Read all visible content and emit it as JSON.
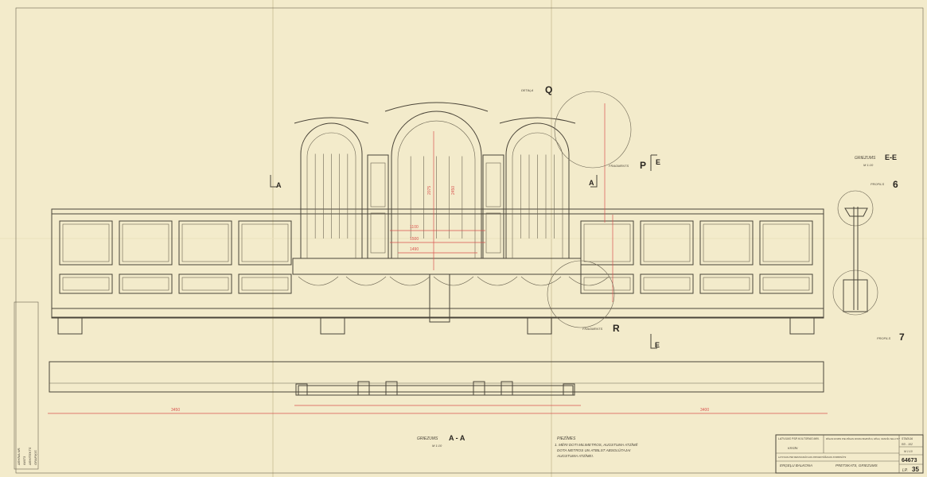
{
  "labels": {
    "detail_q_prefix": "DETAĻA",
    "detail_q": "Q",
    "detail_p_prefix": "FRAGMENTS",
    "detail_p": "P",
    "detail_r_prefix": "FRAGMENTS",
    "detail_r": "R",
    "section_a_left": "A",
    "section_a_mid": "A",
    "section_e_top": "E",
    "section_e_bottom": "E",
    "section_ee_title": "GRIEZUMS",
    "section_ee_letters": "E-E",
    "section_ee_scale": "M 1:10",
    "profile_6_prefix": "PROFILS",
    "profile_6": "6",
    "profile_7_prefix": "PROFILS",
    "profile_7": "7",
    "section_aa_title": "GRIEZUMS",
    "section_aa_letters": "A - A",
    "section_aa_scale": "M 1:10"
  },
  "dimensions": {
    "left_total": "3450",
    "right_total": "3400",
    "d1": "1500",
    "d2": "2075",
    "d3": "1100",
    "d4": "2450",
    "d5": "1490"
  },
  "notes": {
    "title": "PIEZĪMES",
    "line1": "1. MĒRI DOTI MILIMETROS, AUGSTUMA ATZĪMĒ",
    "line2": "DOTA METROS UN ATBILST ABSOLŪTAJAI",
    "line3": "AUGSTUMA ATZĪMEI."
  },
  "title_block": {
    "ministry": "LATVIJAS PSR KULTŪRAS MIN.",
    "object": "RĪGAS DOMS PIE RĪGAS DOMA BAZNĪCA, RĪGA, SMILŠU IELA 5/7",
    "stage": "STADIJA",
    "stage_value": "RD - 102",
    "signer": "KRŪĪN",
    "institute": "LATVIJAS PSR RESTAURĀCIJAS PROJEKTĒŠANAS KOMBINĀTS",
    "drawing_title": "ERĢEĻU BALKONA",
    "drawing_subtitle": "PRETSKATS, GRIEZUMS",
    "scale": "M 1:10",
    "archive_no": "64673",
    "sheet_prefix": "LP.",
    "sheet_no": "35"
  },
  "side_stamp": {
    "line1": "ARHĪVA NR.",
    "line2": "64673",
    "line3": "ARHITEKTS",
    "line4": "GRAFIĶIS"
  }
}
